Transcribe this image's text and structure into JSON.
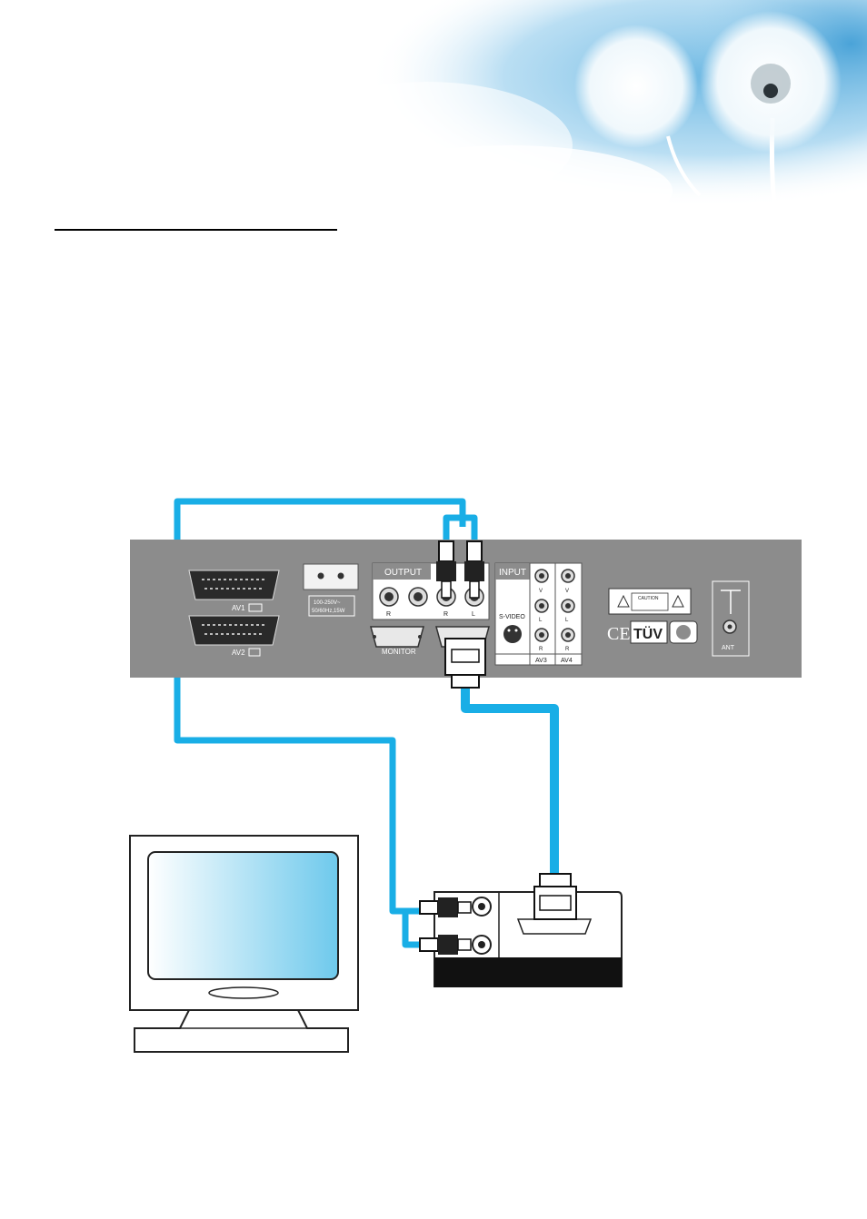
{
  "rear_panel": {
    "scart_av1": "AV1",
    "scart_av2": "AV2",
    "power_rating_line1": "100-250V~",
    "power_rating_line2": "50/60Hz,15W",
    "output_header": "OUTPUT",
    "output_r": "R",
    "monitor_label": "MONITOR",
    "input_r": "R",
    "input_l": "L",
    "av_input_header": "INPUT",
    "s_video_label": "S-VIDEO",
    "av3_v": "V",
    "av3_l": "L",
    "av3_r": "R",
    "av4_v": "V",
    "av4_l": "L",
    "av4_r": "R",
    "av3_label": "AV3",
    "av4_label": "AV4",
    "caution_label": "CAUTION",
    "tuv_label": "TÜV",
    "ce_label": "CE",
    "ant_label": "ANT"
  },
  "colors": {
    "cable": "#19aee6",
    "panel": "#8c8c8c",
    "screen_light": "#ffffff",
    "screen_dark": "#6ec9ec"
  }
}
